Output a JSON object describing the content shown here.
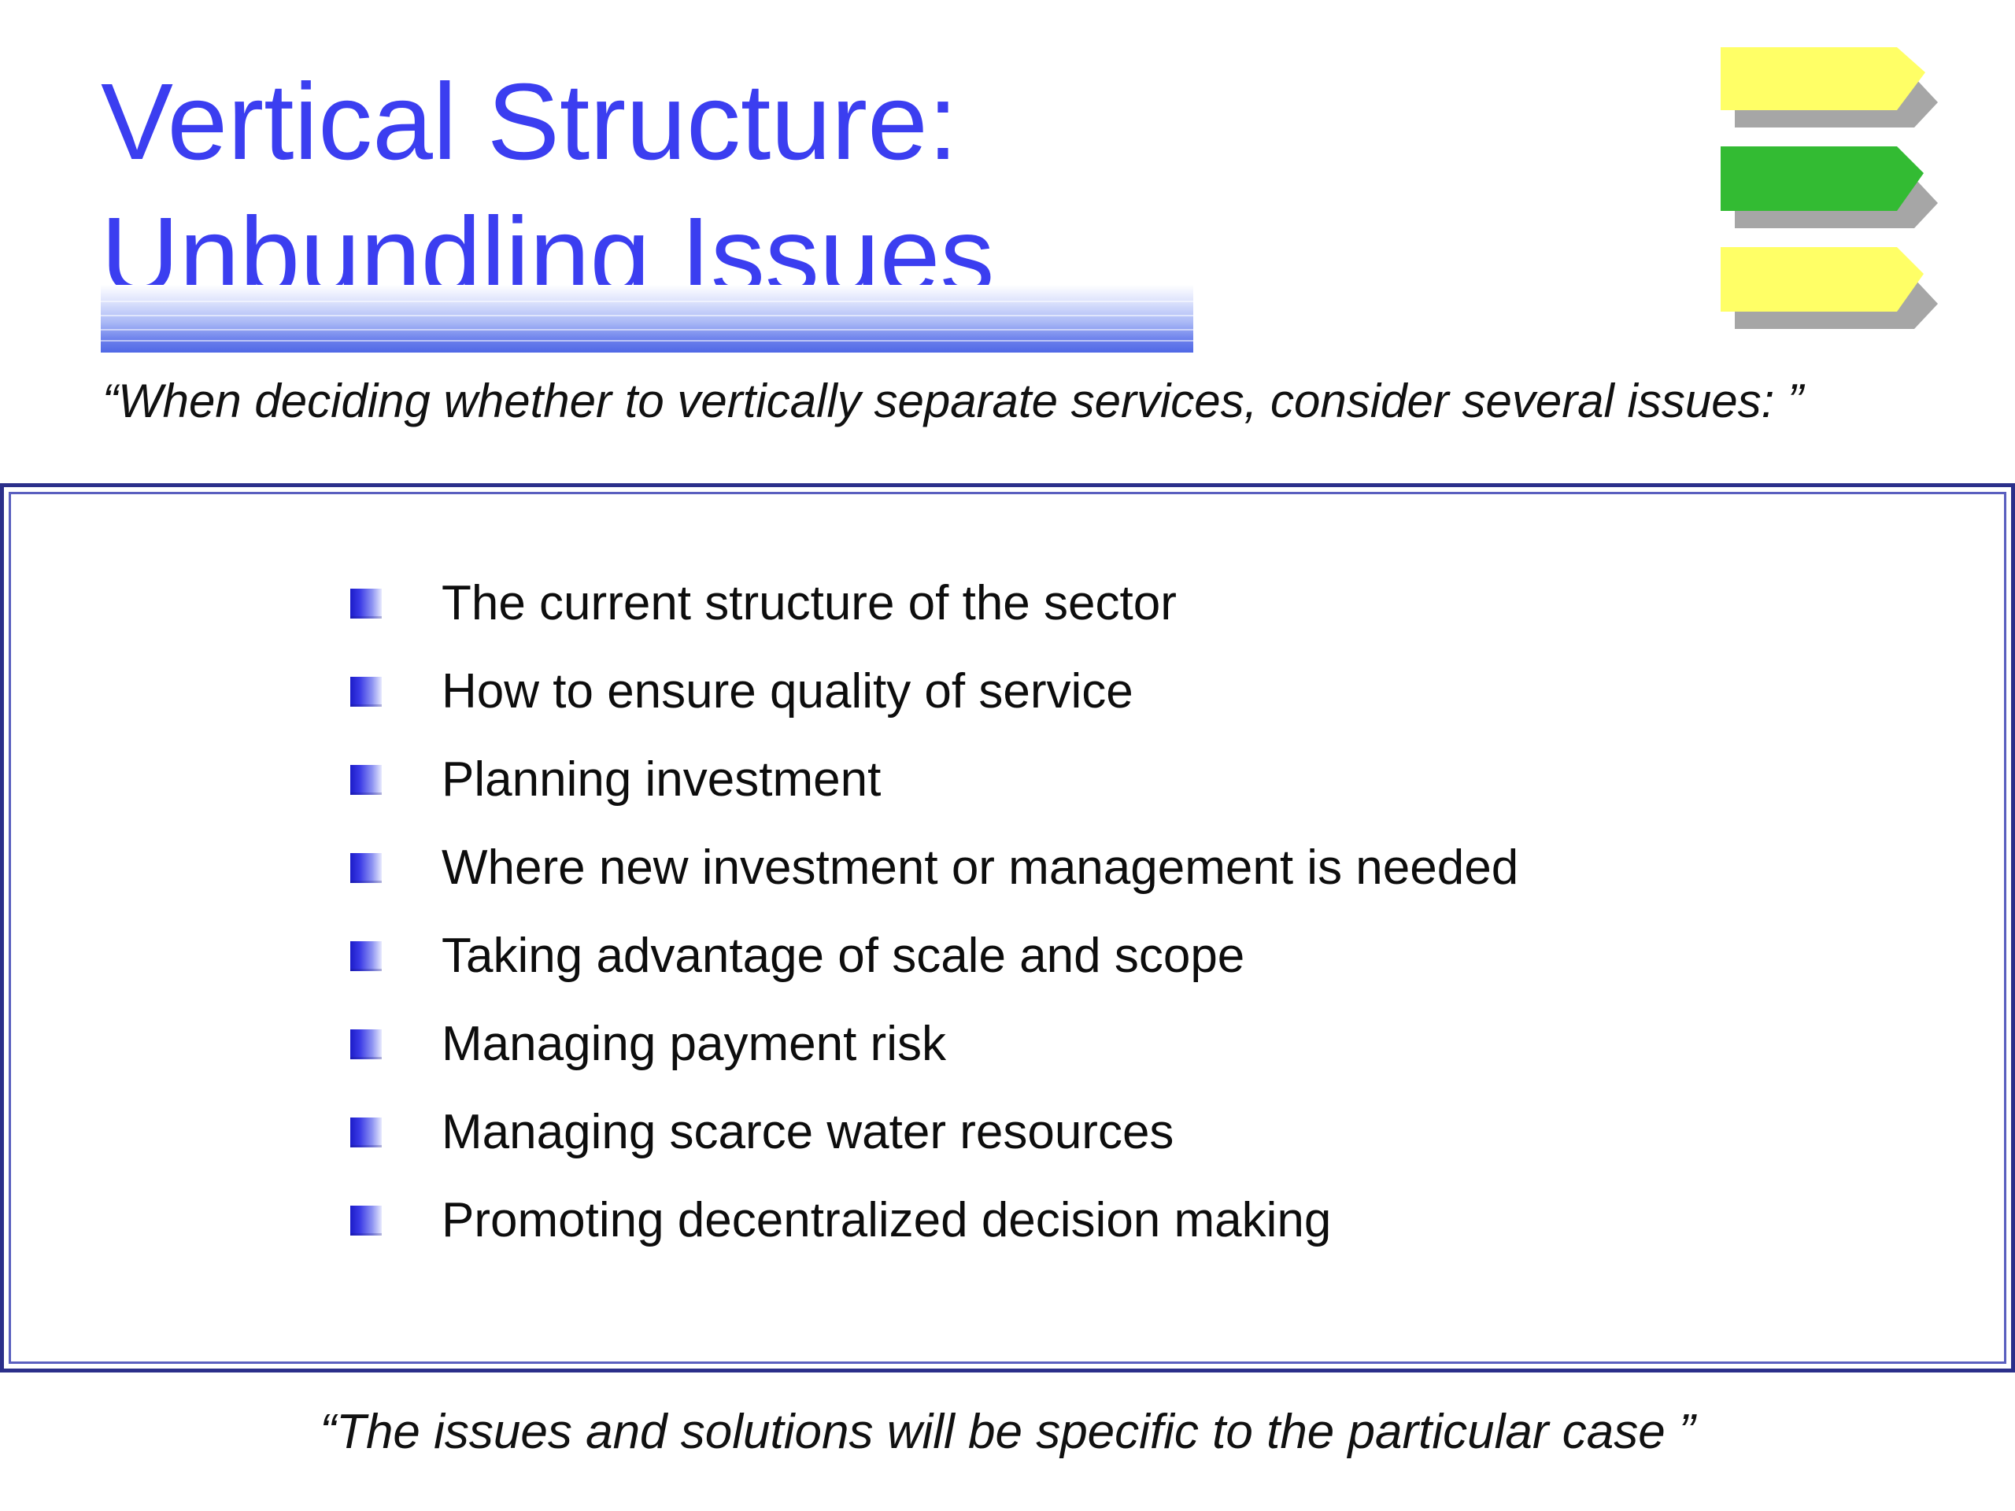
{
  "slide": {
    "title_line1": "Vertical Structure:",
    "title_line2": "Unbundling Issues",
    "subtitle": "“When deciding whether to vertically separate services, consider several issues: ”",
    "bullets": [
      "The current structure of the sector",
      "How to ensure quality of service",
      "Planning investment",
      "Where new investment or management is needed",
      "Taking advantage of scale and scope",
      "Managing payment risk",
      "Managing scarce water resources",
      "Promoting decentralized decision making"
    ],
    "footer": "“The issues and solutions will be specific to the particular case ”"
  },
  "colors": {
    "title": "#3b3ef0",
    "arrow_top": "#ffff66",
    "arrow_middle": "#33bb33",
    "arrow_bottom": "#ffff66",
    "arrow_shadow": "#a6a6a6",
    "panel_border": "#2b2f8a",
    "bullet_marker": "#1c1cc8"
  },
  "icons": {
    "decoration": "arrow-stack-icon",
    "bullet": "square-bullet-icon"
  }
}
